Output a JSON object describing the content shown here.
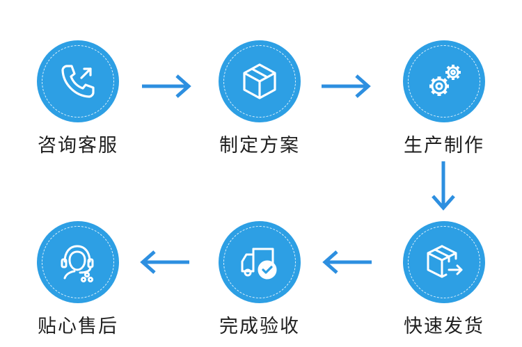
{
  "accent_color": "#2d9fe4",
  "steps": [
    {
      "label": "咨询客服",
      "icon": "phone-call-icon"
    },
    {
      "label": "制定方案",
      "icon": "box-3d-icon"
    },
    {
      "label": "生产制作",
      "icon": "gears-icon"
    },
    {
      "label": "快速发货",
      "icon": "box-shipping-icon"
    },
    {
      "label": "完成验收",
      "icon": "truck-check-icon"
    },
    {
      "label": "贴心售后",
      "icon": "headset-support-icon"
    }
  ]
}
